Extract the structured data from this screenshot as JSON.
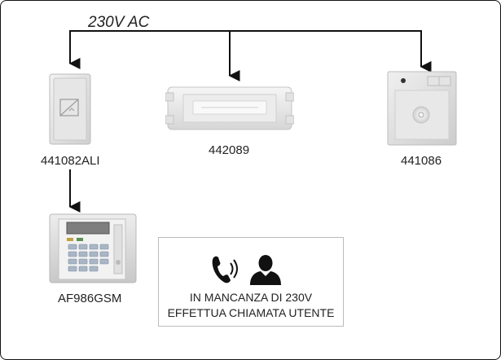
{
  "diagram": {
    "supply_label": "230V AC",
    "devices": [
      {
        "name": "441082ALI",
        "icon": "power-supply-icon"
      },
      {
        "name": "442089",
        "icon": "emergency-light-icon"
      },
      {
        "name": "441086",
        "icon": "lamp-module-icon"
      },
      {
        "name": "AF986GSM",
        "icon": "gsm-dialer-icon"
      }
    ],
    "message": {
      "line1": "IN MANCANZA DI 230V",
      "line2": "EFFETTUA CHIAMATA UTENTE",
      "icons": [
        "phone-ringing-icon",
        "user-icon"
      ]
    },
    "colors": {
      "wire": "#111111",
      "border": "#111111",
      "box_border": "#bbbbbb"
    }
  }
}
